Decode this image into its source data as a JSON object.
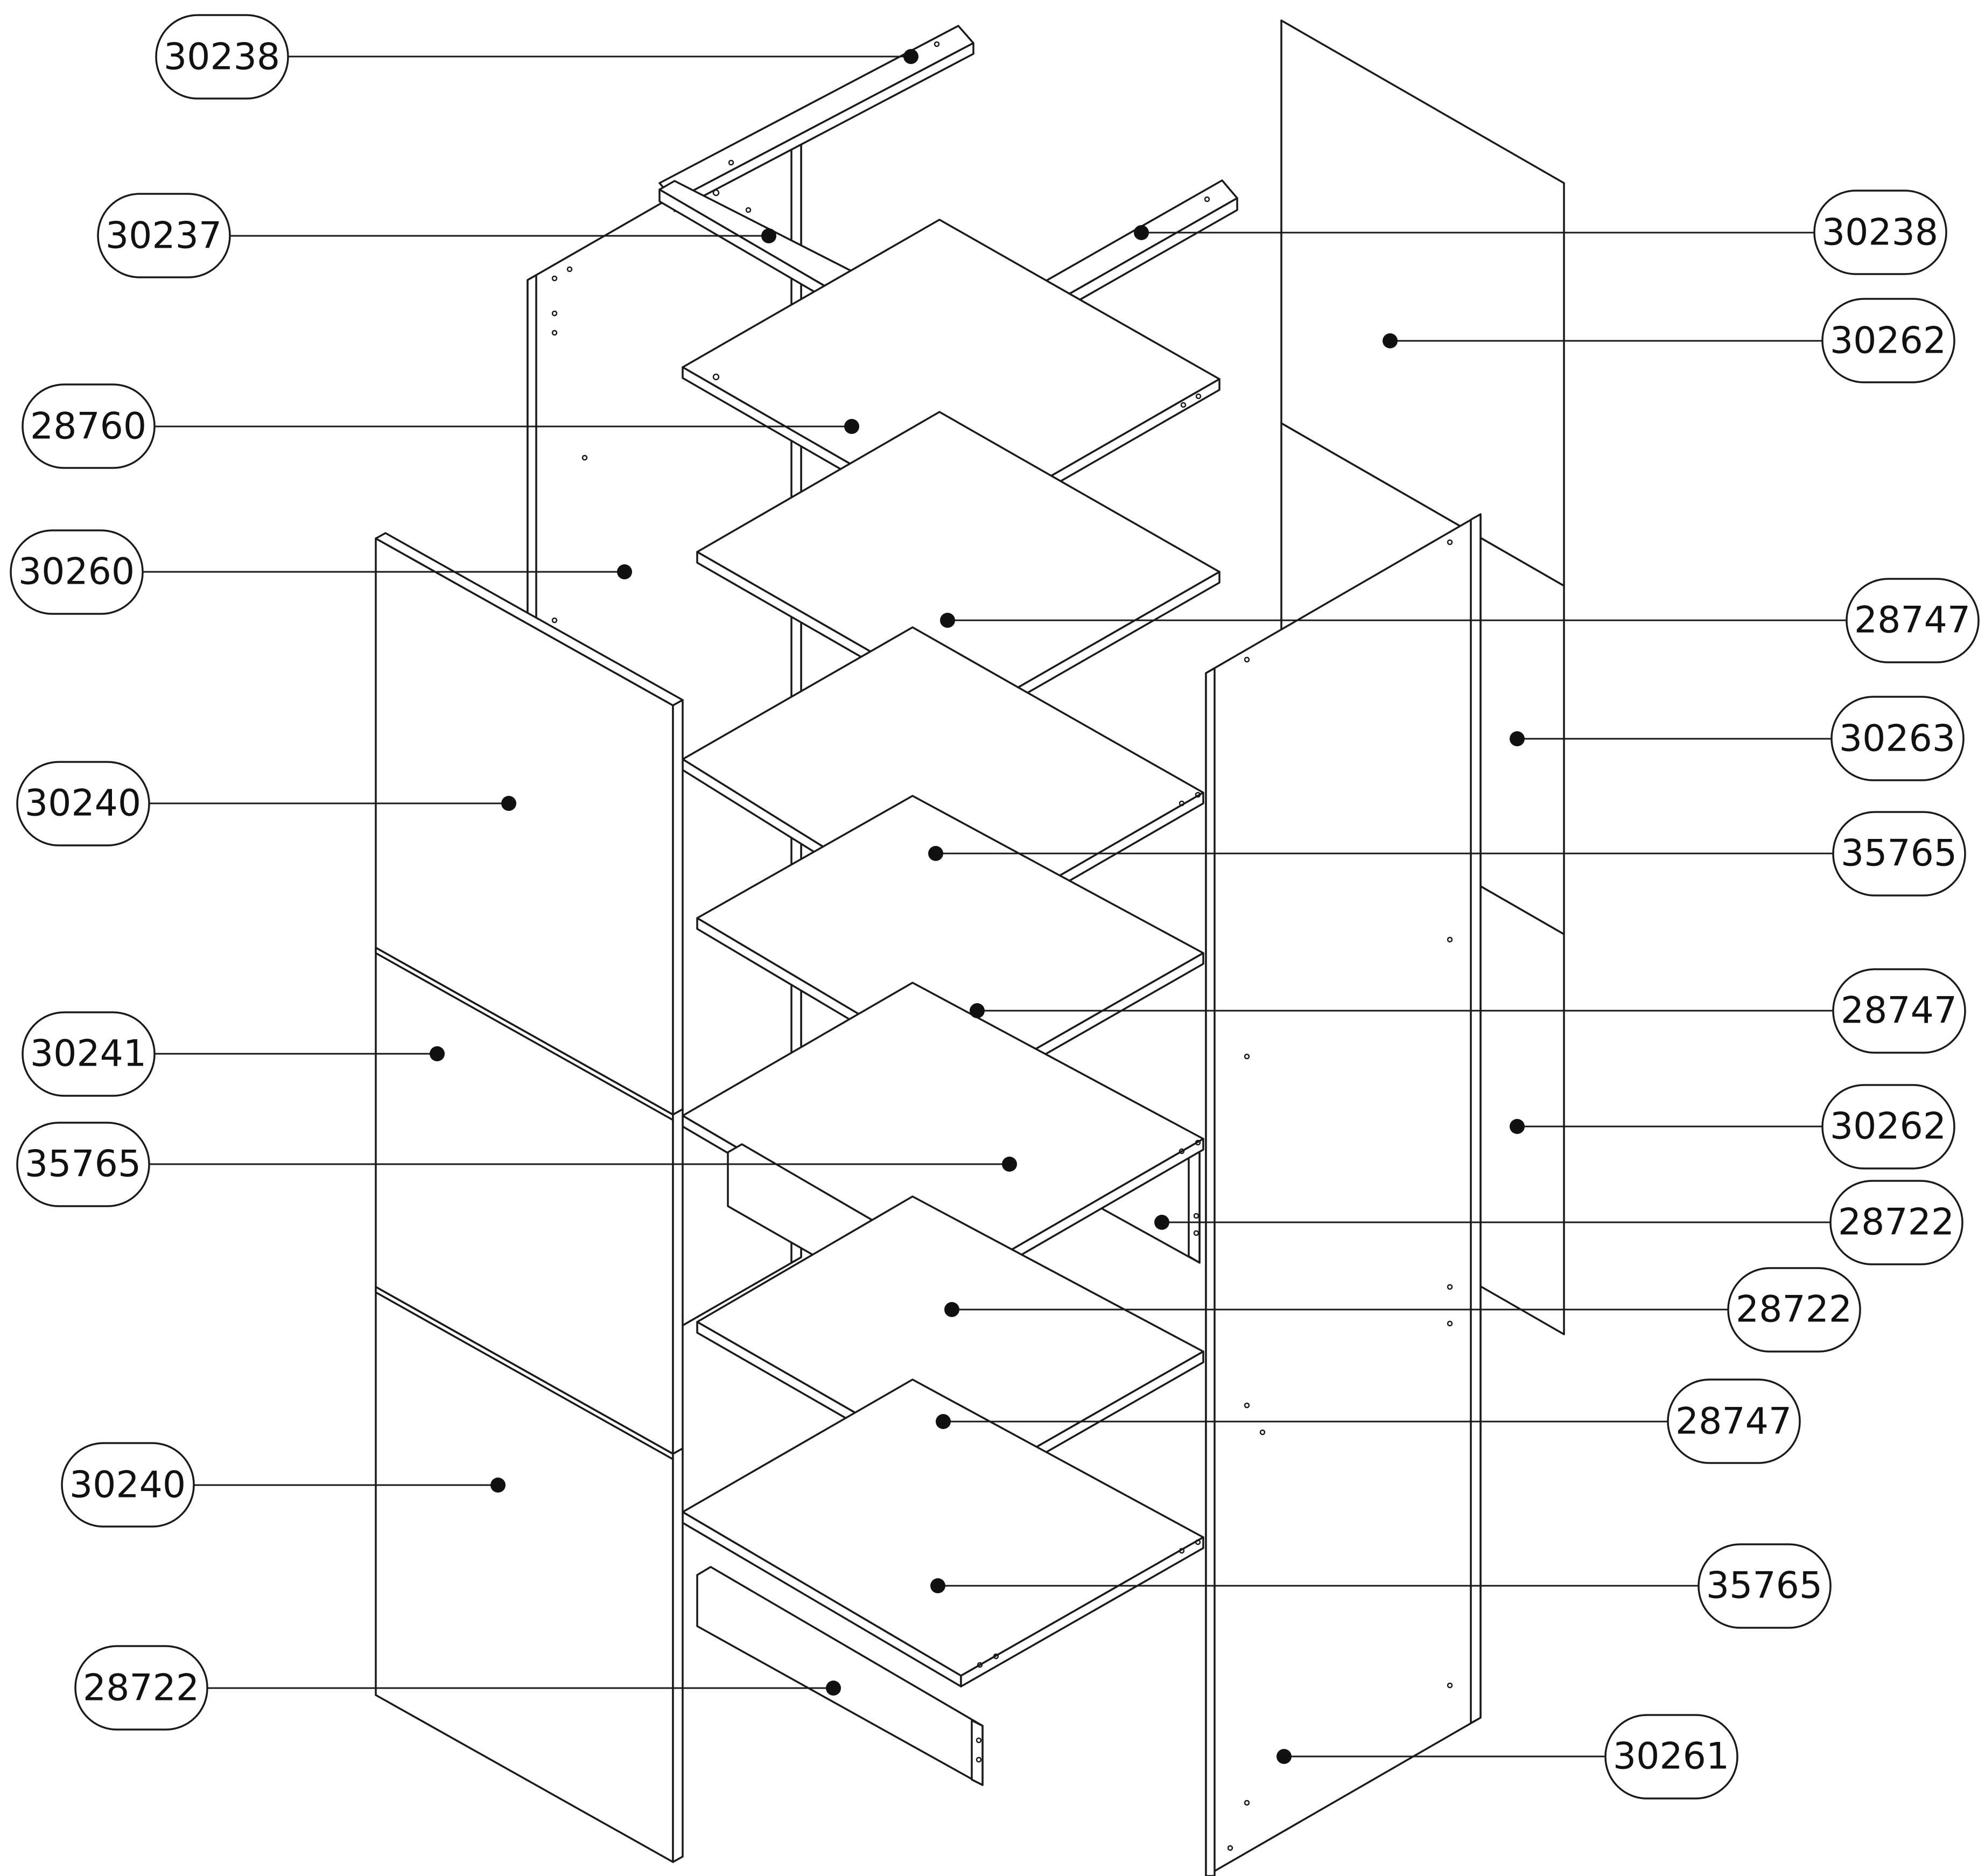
{
  "callouts": [
    {
      "id": "c01",
      "label": "30238"
    },
    {
      "id": "c02",
      "label": "30237"
    },
    {
      "id": "c03",
      "label": "28760"
    },
    {
      "id": "c04",
      "label": "30260"
    },
    {
      "id": "c05",
      "label": "30240"
    },
    {
      "id": "c06",
      "label": "30241"
    },
    {
      "id": "c07",
      "label": "35765"
    },
    {
      "id": "c08",
      "label": "30240"
    },
    {
      "id": "c09",
      "label": "28722"
    },
    {
      "id": "c10",
      "label": "30238"
    },
    {
      "id": "c11",
      "label": "30262"
    },
    {
      "id": "c12",
      "label": "28747"
    },
    {
      "id": "c13",
      "label": "30263"
    },
    {
      "id": "c14",
      "label": "35765"
    },
    {
      "id": "c15",
      "label": "28747"
    },
    {
      "id": "c16",
      "label": "30262"
    },
    {
      "id": "c17",
      "label": "28722"
    },
    {
      "id": "c18",
      "label": "28722"
    },
    {
      "id": "c19",
      "label": "28747"
    },
    {
      "id": "c20",
      "label": "35765"
    },
    {
      "id": "c21",
      "label": "30261"
    }
  ]
}
